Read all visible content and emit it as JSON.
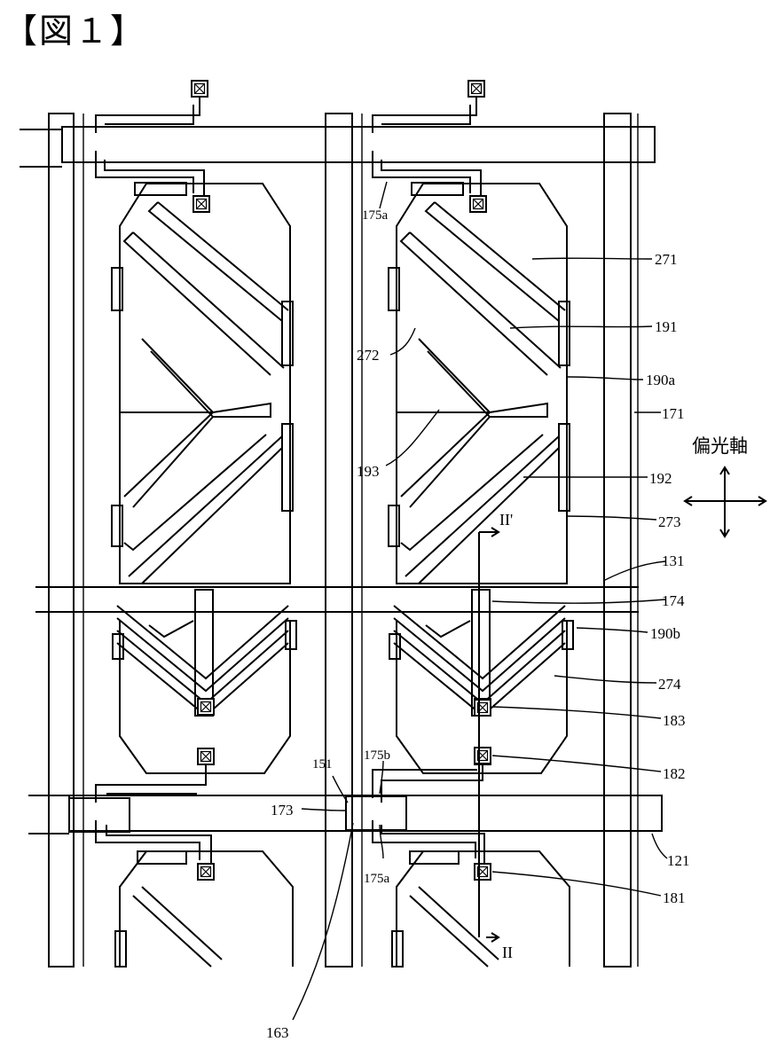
{
  "figure": {
    "title": "【図１】"
  },
  "labels": {
    "l271": "271",
    "l191": "191",
    "l190a": "190a",
    "l171": "171",
    "l192": "192",
    "l273": "273",
    "l131": "131",
    "l174": "174",
    "l190b": "190b",
    "l274": "274",
    "l183": "183",
    "l182": "182",
    "l121": "121",
    "l181": "181",
    "l272": "272",
    "l193": "193",
    "l175a_top": "175a",
    "l175a_bottom": "175a",
    "l175b": "175b",
    "l151": "151",
    "l173": "173",
    "l163": "163",
    "section_top": "II'",
    "section_bottom": "II",
    "polarizer_axis": "偏光軸"
  }
}
